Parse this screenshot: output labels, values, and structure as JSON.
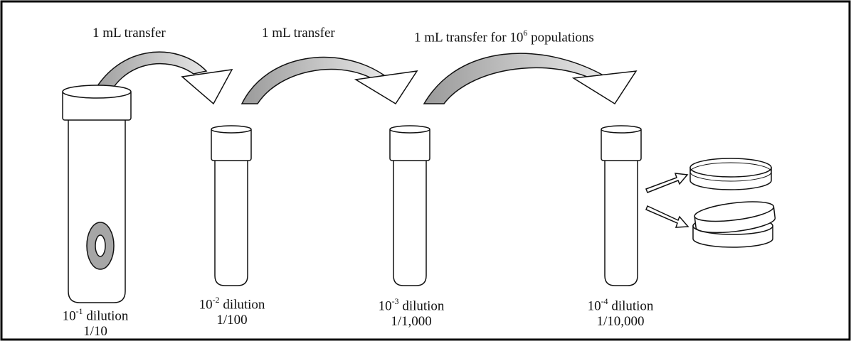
{
  "transfers": [
    {
      "text": "1 mL transfer"
    },
    {
      "text": "1 mL transfer"
    },
    {
      "pre": "1 mL transfer for 10",
      "exp": "6",
      "post": " populations"
    }
  ],
  "tubes": [
    {
      "base": "10",
      "exp": "-1",
      "word": " dilution",
      "ratio": "1/10"
    },
    {
      "base": "10",
      "exp": "-2",
      "word": " dilution",
      "ratio": "1/100"
    },
    {
      "base": "10",
      "exp": "-3",
      "word": " dilution",
      "ratio": "1/1,000"
    },
    {
      "base": "10",
      "exp": "-4",
      "word": " dilution",
      "ratio": "1/10,000"
    }
  ],
  "colors": {
    "border": "#000000",
    "arrow_fill": "#a6a6a6",
    "ring": "#a6a6a6",
    "stroke": "#111111"
  }
}
